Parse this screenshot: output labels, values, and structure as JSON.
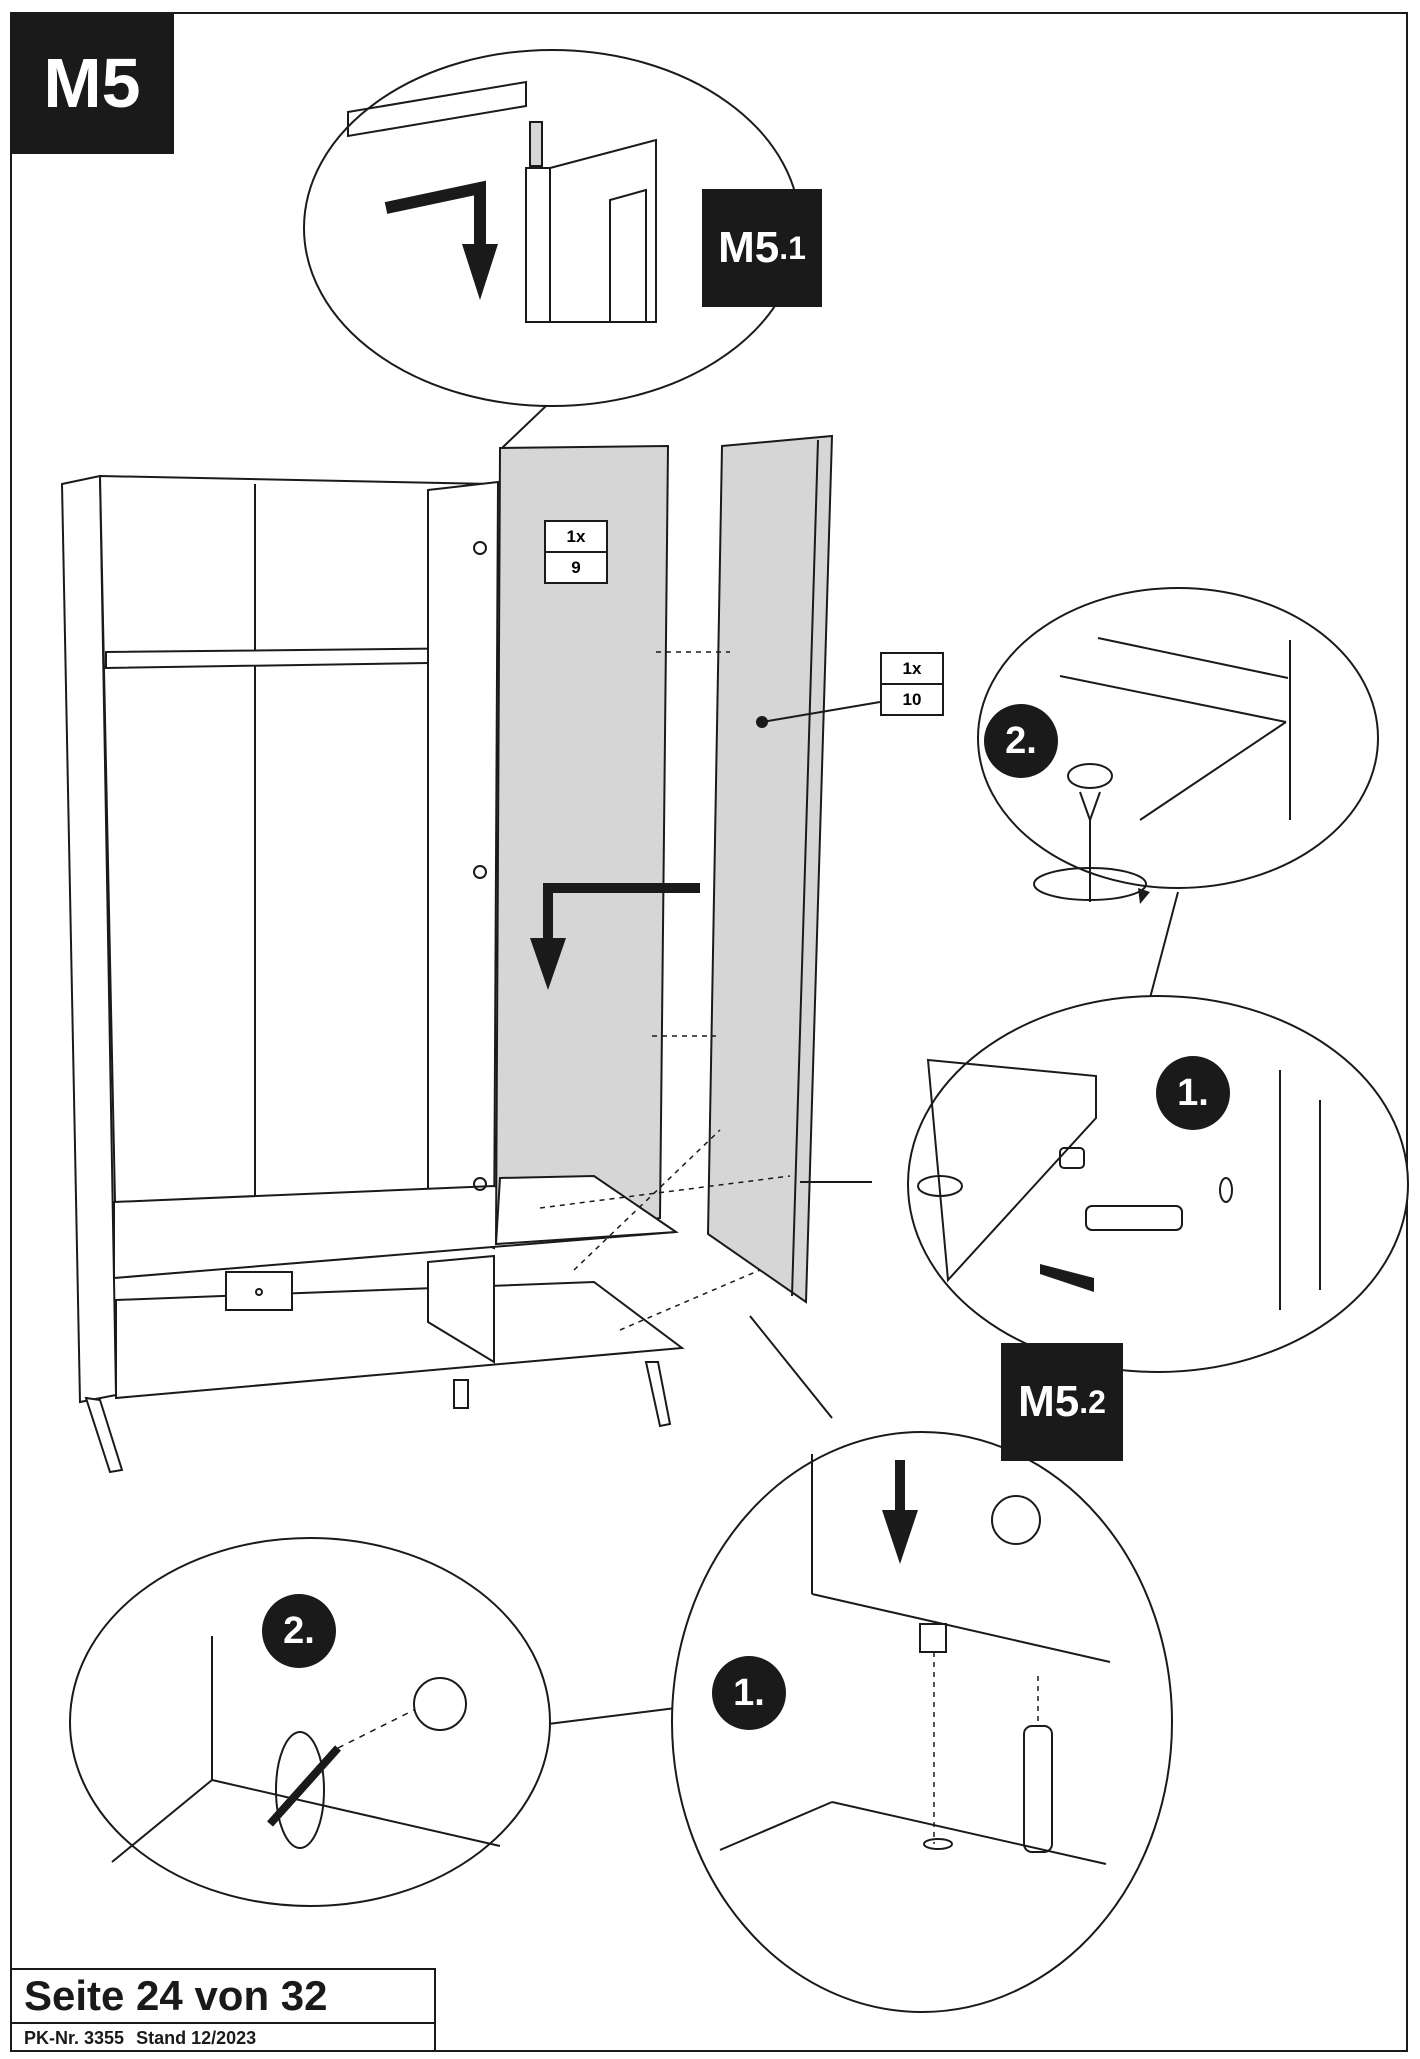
{
  "step": {
    "main": "M5",
    "sub1_main": "M5",
    "sub1_suffix": ".1",
    "sub2_main": "M5",
    "sub2_suffix": ".2"
  },
  "parts": [
    {
      "qty": "1x",
      "number": "9"
    },
    {
      "qty": "1x",
      "number": "10"
    }
  ],
  "callout_steps": {
    "right_top": "2.",
    "right_mid": "1.",
    "bottom_left": "2.",
    "bottom_right": "1."
  },
  "footer": {
    "page": "Seite 24 von 32",
    "pk": "PK-Nr. 3355",
    "stand": "Stand 12/2023"
  },
  "colors": {
    "ink": "#1a1a1a",
    "panel_fill": "#d6d6d6",
    "background": "#ffffff"
  },
  "icons": [
    "arrow-down-icon",
    "arrow-left-icon",
    "rotate-icon",
    "screwdriver-icon",
    "cam-lock-icon",
    "dowel-icon"
  ]
}
